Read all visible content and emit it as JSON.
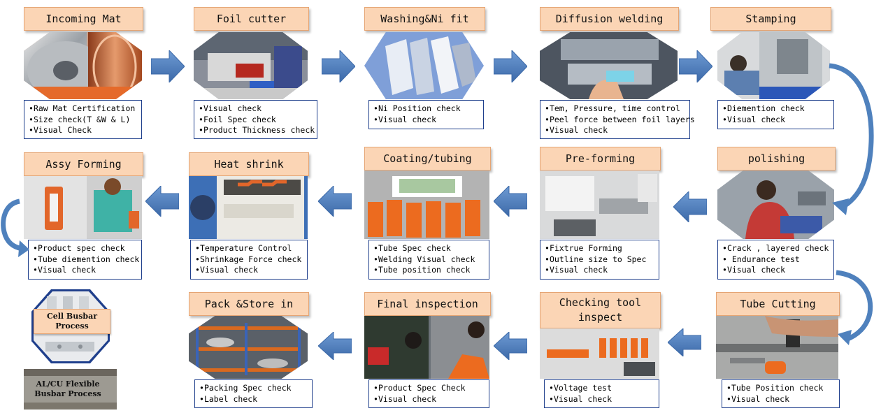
{
  "steps": {
    "incoming_mat": {
      "title": "Incoming Mat",
      "checks": [
        "Raw Mat Certification",
        "Size check(T &W & L)",
        "Visual Check"
      ]
    },
    "foil_cutter": {
      "title": "Foil cutter",
      "checks": [
        "Visual check",
        "Foil Spec check",
        "Product Thickness check"
      ]
    },
    "washing_ni_fit": {
      "title": "Washing&Ni fit",
      "checks": [
        "Ni Position check",
        "Visual check"
      ]
    },
    "diffusion_welding": {
      "title": "Diffusion welding",
      "checks": [
        "Tem, Pressure, time control",
        "Peel force between foil layers",
        "Visual check"
      ]
    },
    "stamping": {
      "title": "Stamping",
      "checks": [
        "Diemention check",
        "Visual check"
      ]
    },
    "polishing": {
      "title": "polishing",
      "checks": [
        "Crack , layered check",
        " Endurance test",
        "Visual check"
      ]
    },
    "pre_forming": {
      "title": "Pre-forming",
      "checks": [
        "Fixtrue Forming",
        "Outline size to Spec",
        "Visual check"
      ]
    },
    "coating_tubing": {
      "title": "Coating/tubing",
      "checks": [
        "Tube Spec check",
        "Welding Visual check",
        "Tube position check"
      ]
    },
    "heat_shrink": {
      "title": "Heat shrink",
      "checks": [
        "Temperature Control",
        "Shrinkage Force check",
        "Visual check"
      ]
    },
    "assy_forming": {
      "title": "Assy Forming",
      "checks": [
        "Product spec check",
        "Tube diemention check",
        "Visual check"
      ]
    },
    "tube_cutting": {
      "title": "Tube Cutting",
      "checks": [
        "Tube Position check",
        "Visual check"
      ]
    },
    "checking_tool": {
      "title": "Checking tool inspect",
      "checks": [
        "Voltage test",
        "Visual check"
      ]
    },
    "final_inspection": {
      "title": "Final inspection",
      "checks": [
        "Product Spec Check",
        "Visual check"
      ]
    },
    "pack_store": {
      "title": "Pack &Store in",
      "checks": [
        "Packing Spec check",
        "Label check"
      ]
    }
  },
  "legend": {
    "cell_busbar": "Cell Busbar Process",
    "flexible_busbar": "AL/CU Flexible Busbar Process"
  },
  "colors": {
    "title_fill": "#fbd5b5",
    "arrow_fill": "#4f81bd",
    "check_border": "#1f3f8c"
  },
  "icons": {
    "flow_arrow": "block-arrow-icon",
    "return_arrow": "curved-arrow-icon"
  }
}
